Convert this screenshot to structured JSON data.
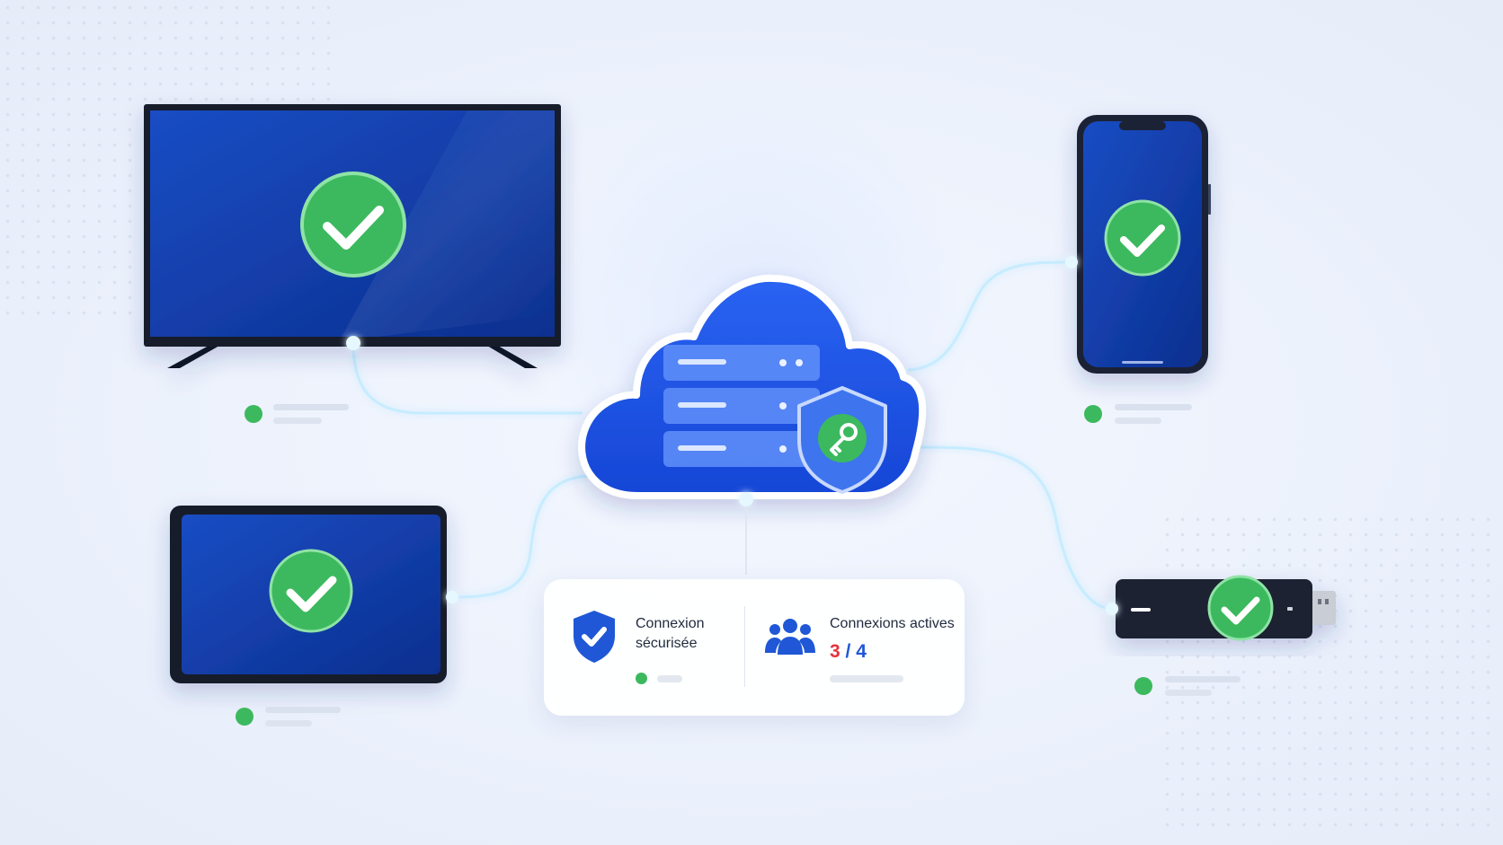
{
  "colors": {
    "brand_blue": "#1648e0",
    "screen_blue": "#0f3aa8",
    "success_green": "#3cb95e",
    "count_red": "#e5323e",
    "count_blue": "#1f57d6",
    "line_glow": "#bfe7ff"
  },
  "devices": [
    {
      "name": "tv",
      "status_icon": "check-circle-icon",
      "connected": true
    },
    {
      "name": "smartphone",
      "status_icon": "check-circle-icon",
      "connected": true
    },
    {
      "name": "tablet",
      "status_icon": "check-circle-icon",
      "connected": true
    },
    {
      "name": "usb-stick",
      "status_icon": "check-circle-icon",
      "connected": true
    }
  ],
  "hub": {
    "icons": [
      "cloud-icon",
      "server-rack-icon",
      "shield-key-icon"
    ]
  },
  "status_card": {
    "secure": {
      "icon": "shield-check-icon",
      "line1": "Connexion",
      "line2": "sécurisée"
    },
    "active": {
      "icon": "users-icon",
      "label": "Connexions actives",
      "current": "3",
      "separator": " / ",
      "total": "4"
    }
  }
}
